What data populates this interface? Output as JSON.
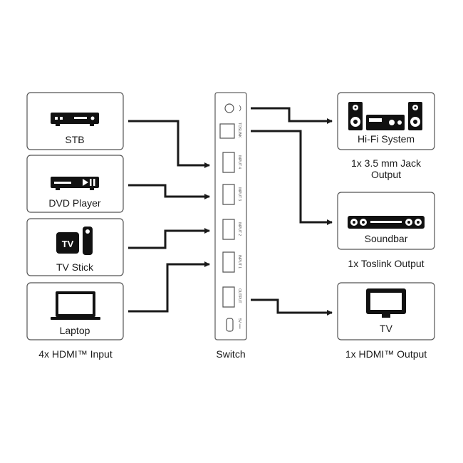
{
  "inputs": [
    {
      "label": "STB",
      "icon": "set-top-box-icon"
    },
    {
      "label": "DVD Player",
      "icon": "dvd-player-icon"
    },
    {
      "label": "TV Stick",
      "icon": "tv-stick-icon",
      "icon_text": "TV"
    },
    {
      "label": "Laptop",
      "icon": "laptop-icon"
    }
  ],
  "outputs": [
    {
      "label": "Hi-Fi System",
      "icon": "hifi-system-icon",
      "caption_line1": "1x 3.5 mm Jack",
      "caption_line2": "Output"
    },
    {
      "label": "Soundbar",
      "icon": "soundbar-icon",
      "caption_line1": "1x Toslink Output"
    },
    {
      "label": "TV",
      "icon": "tv-icon",
      "caption_line1": "1x HDMI™ Output"
    }
  ],
  "switch": {
    "caption": "Switch",
    "ports": {
      "toslink": "TOSLINK",
      "input4": "INPUT 4",
      "input3": "INPUT 3",
      "input2": "INPUT 2",
      "input1": "INPUT 1",
      "output": "OUTPUT",
      "power": "5V ══"
    }
  },
  "captions": {
    "inputs": "4x HDMI™ Input"
  },
  "colors": {
    "line": "#1a1a1a",
    "box_border": "#555555",
    "switch_border": "#666666"
  }
}
